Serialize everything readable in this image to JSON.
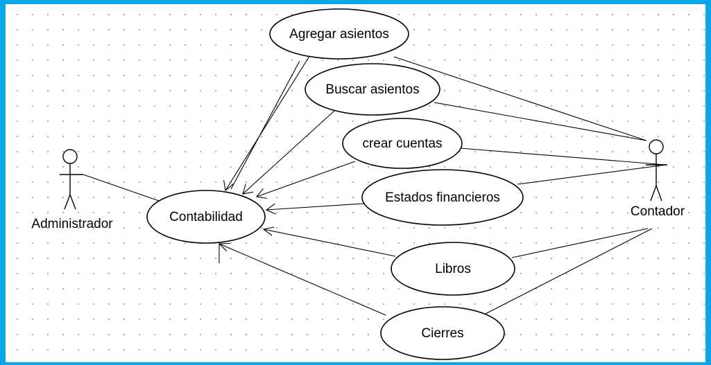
{
  "diagram": {
    "actors": {
      "administrador": {
        "label": "Administrador"
      },
      "contador": {
        "label": "Contador"
      }
    },
    "use_cases": {
      "contabilidad": {
        "label": "Contabilidad"
      },
      "agregar_asientos": {
        "label": "Agregar asientos"
      },
      "buscar_asientos": {
        "label": "Buscar asientos"
      },
      "crear_cuentas": {
        "label": "crear cuentas"
      },
      "estados_financieros": {
        "label": "Estados financieros"
      },
      "libros": {
        "label": "Libros"
      },
      "cierres": {
        "label": "Cierres"
      }
    },
    "generalizations": [
      {
        "from": "Agregar asientos",
        "to": "Contabilidad"
      },
      {
        "from": "Buscar asientos",
        "to": "Contabilidad"
      },
      {
        "from": "crear cuentas",
        "to": "Contabilidad"
      },
      {
        "from": "Estados financieros",
        "to": "Contabilidad"
      },
      {
        "from": "Libros",
        "to": "Contabilidad"
      },
      {
        "from": "Cierres",
        "to": "Contabilidad"
      }
    ],
    "associations": [
      {
        "actor": "Administrador",
        "use_case": "Contabilidad"
      },
      {
        "actor": "Contador",
        "use_case": "Agregar asientos"
      },
      {
        "actor": "Contador",
        "use_case": "Buscar asientos"
      },
      {
        "actor": "Contador",
        "use_case": "crear cuentas"
      },
      {
        "actor": "Contador",
        "use_case": "Estados financieros"
      },
      {
        "actor": "Contador",
        "use_case": "Libros"
      },
      {
        "actor": "Contador",
        "use_case": "Cierres"
      }
    ]
  }
}
